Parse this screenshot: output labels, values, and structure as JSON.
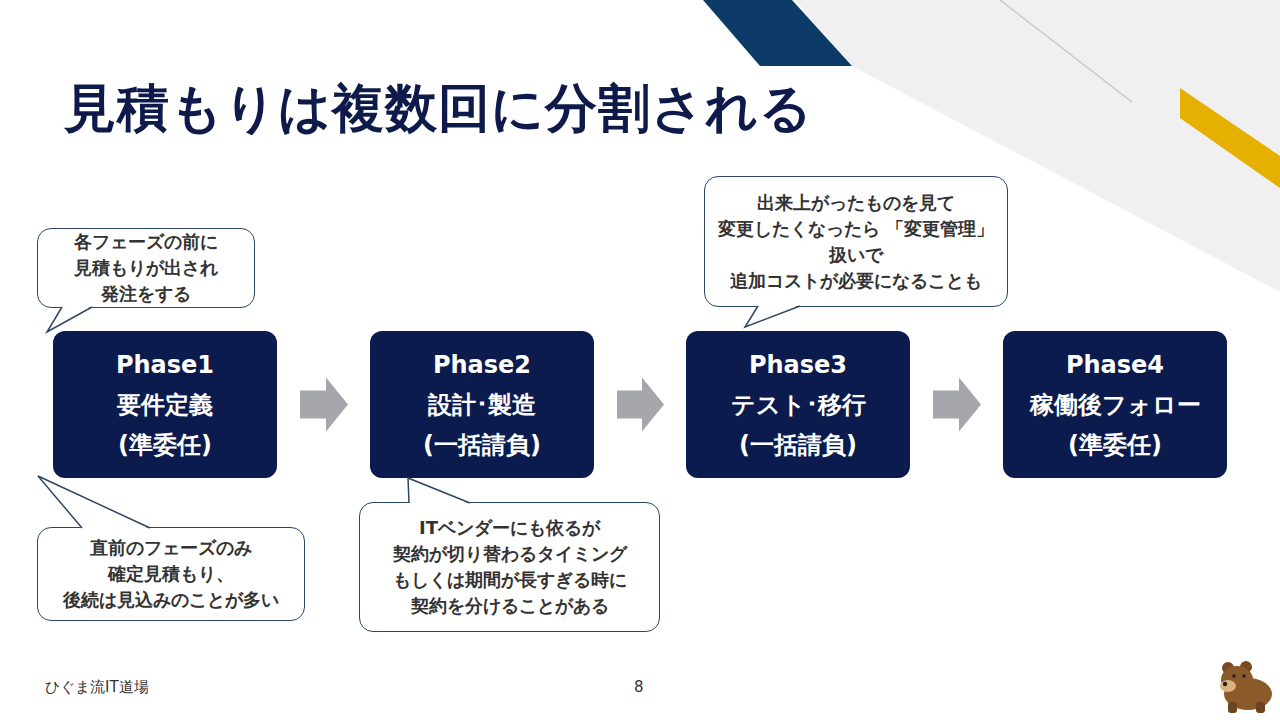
{
  "diagram": {
    "title": "見積もりは複数回に分割される",
    "nodes": [
      {
        "text": [
          "Phase1",
          "要件定義",
          "(準委任)"
        ]
      },
      {
        "text": [
          "Phase2",
          "設計･製造",
          "(一括請負)"
        ]
      },
      {
        "text": [
          "Phase3",
          "テスト･移行",
          "(一括請負)"
        ]
      },
      {
        "text": [
          "Phase4",
          "稼働後フォロー",
          "(準委任)"
        ]
      },
      {
        "text": [
          "各フェーズの前に 見積もりが出され 発注をする"
        ]
      },
      {
        "text": [
          "直前のフェーズのみ 確定見積もり、 後続は見込みのことが多い"
        ]
      },
      {
        "text": [
          "ITベンダーにも依るが 契約が切り替わるタイミング もしくは期間が長すぎる時に 契約を分けることがある"
        ]
      },
      {
        "text": [
          "出来上がったものを見て 変更したくなったら 「変更管理」扱いで 追加コストが必要になることも"
        ]
      }
    ],
    "edges": [
      {
        "from": 0,
        "to": 1,
        "arrow": "to"
      },
      {
        "from": 1,
        "to": 2,
        "arrow": "to"
      },
      {
        "from": 2,
        "to": 3,
        "arrow": "to"
      }
    ],
    "labels": [
      "ひぐま流IT道場",
      "8"
    ]
  }
}
